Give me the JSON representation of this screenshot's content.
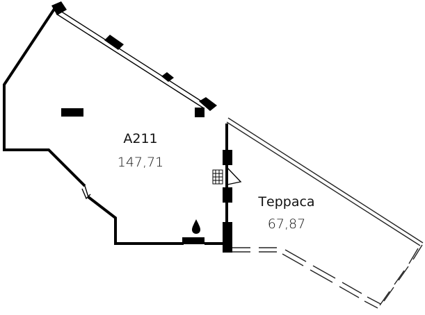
{
  "plan": {
    "rooms": [
      {
        "id": "A211",
        "area": "147,71"
      },
      {
        "id": "Терраса",
        "area": "67,87"
      }
    ],
    "colors": {
      "wall": "#000000",
      "background": "#ffffff",
      "line": "#222222"
    }
  }
}
